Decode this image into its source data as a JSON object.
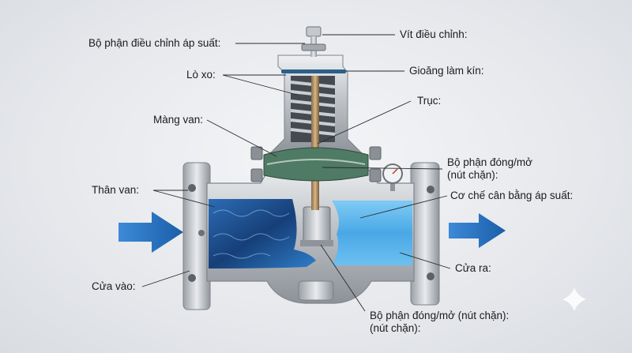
{
  "labels": {
    "pressure_adjust": "Bộ phận điều chỉnh áp suất:",
    "spring": "Lò xo:",
    "diaphragm": "Màng van:",
    "valve_body": "Thân van:",
    "inlet": "Cửa vào:",
    "adjust_screw": "Vít điều chỉnh:",
    "seal_gasket": "Gioăng làm kín:",
    "shaft": "Trục:",
    "closing_part_line1": "Bộ phận đóng/mở",
    "closing_part_line2": "(nút chặn):",
    "pressure_balance": "Cơ chế cân bằng áp suất:",
    "outlet": "Cửa ra:",
    "closing_part_bottom_line1": "Bộ phận đóng/mở (nút chặn):",
    "closing_part_bottom_line2": "(nút chặn):"
  },
  "colors": {
    "flow_arrow": "#1f6fc2",
    "inlet_water": "#1d4f8f",
    "outlet_water": "#5fb8ee",
    "steel": "#b9bdc3",
    "leader_line": "#2a2a2a"
  },
  "icons": {
    "watermark": "sparkle-icon"
  }
}
